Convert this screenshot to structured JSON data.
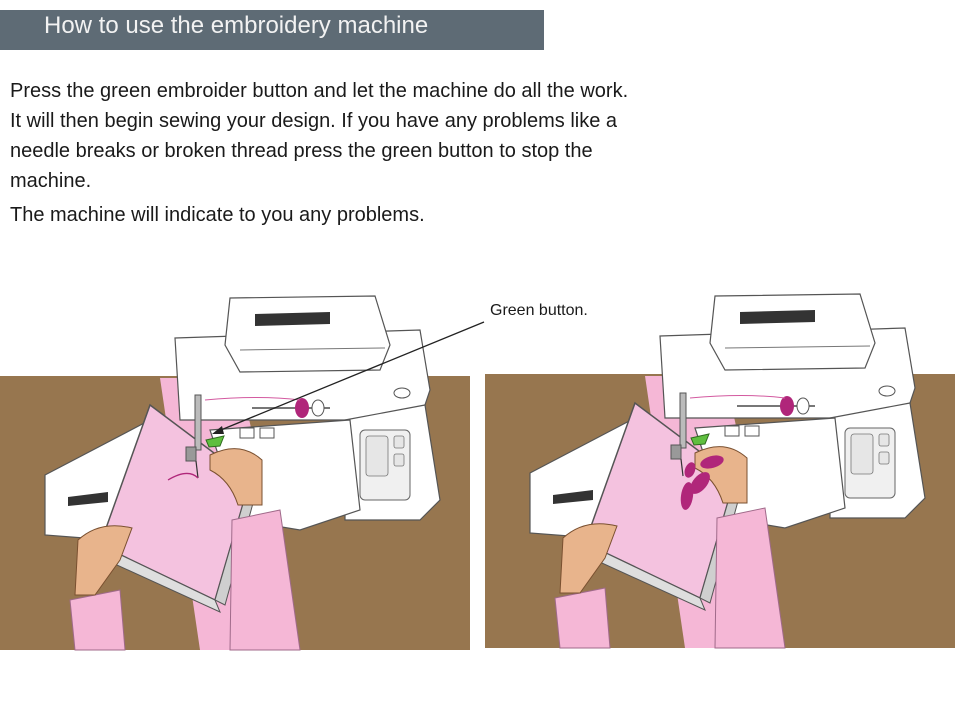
{
  "title": "How to use the embroidery machine",
  "paragraphs": [
    "Press the green embroider button and let the machine do all the work.",
    "It will then begin sewing your design. If you have any problems like a needle breaks or broken thread press the green button to stop the machine.",
    "The machine will indicate to you any problems."
  ],
  "callout_label": "Green button.",
  "colors": {
    "title_bar": "#5e6b75",
    "table_brown": "#97764f",
    "hoop_pink": "#f4c2df",
    "sleeve_pink": "#f5b7d6",
    "button_green": "#5fbf3f",
    "thread_magenta": "#b0267a",
    "skin": "#e8b48c"
  },
  "illustrations": [
    {
      "name": "machine-before-sewing",
      "design": "outline-arc"
    },
    {
      "name": "machine-after-sewing",
      "design": "magenta-flower-petals"
    }
  ]
}
